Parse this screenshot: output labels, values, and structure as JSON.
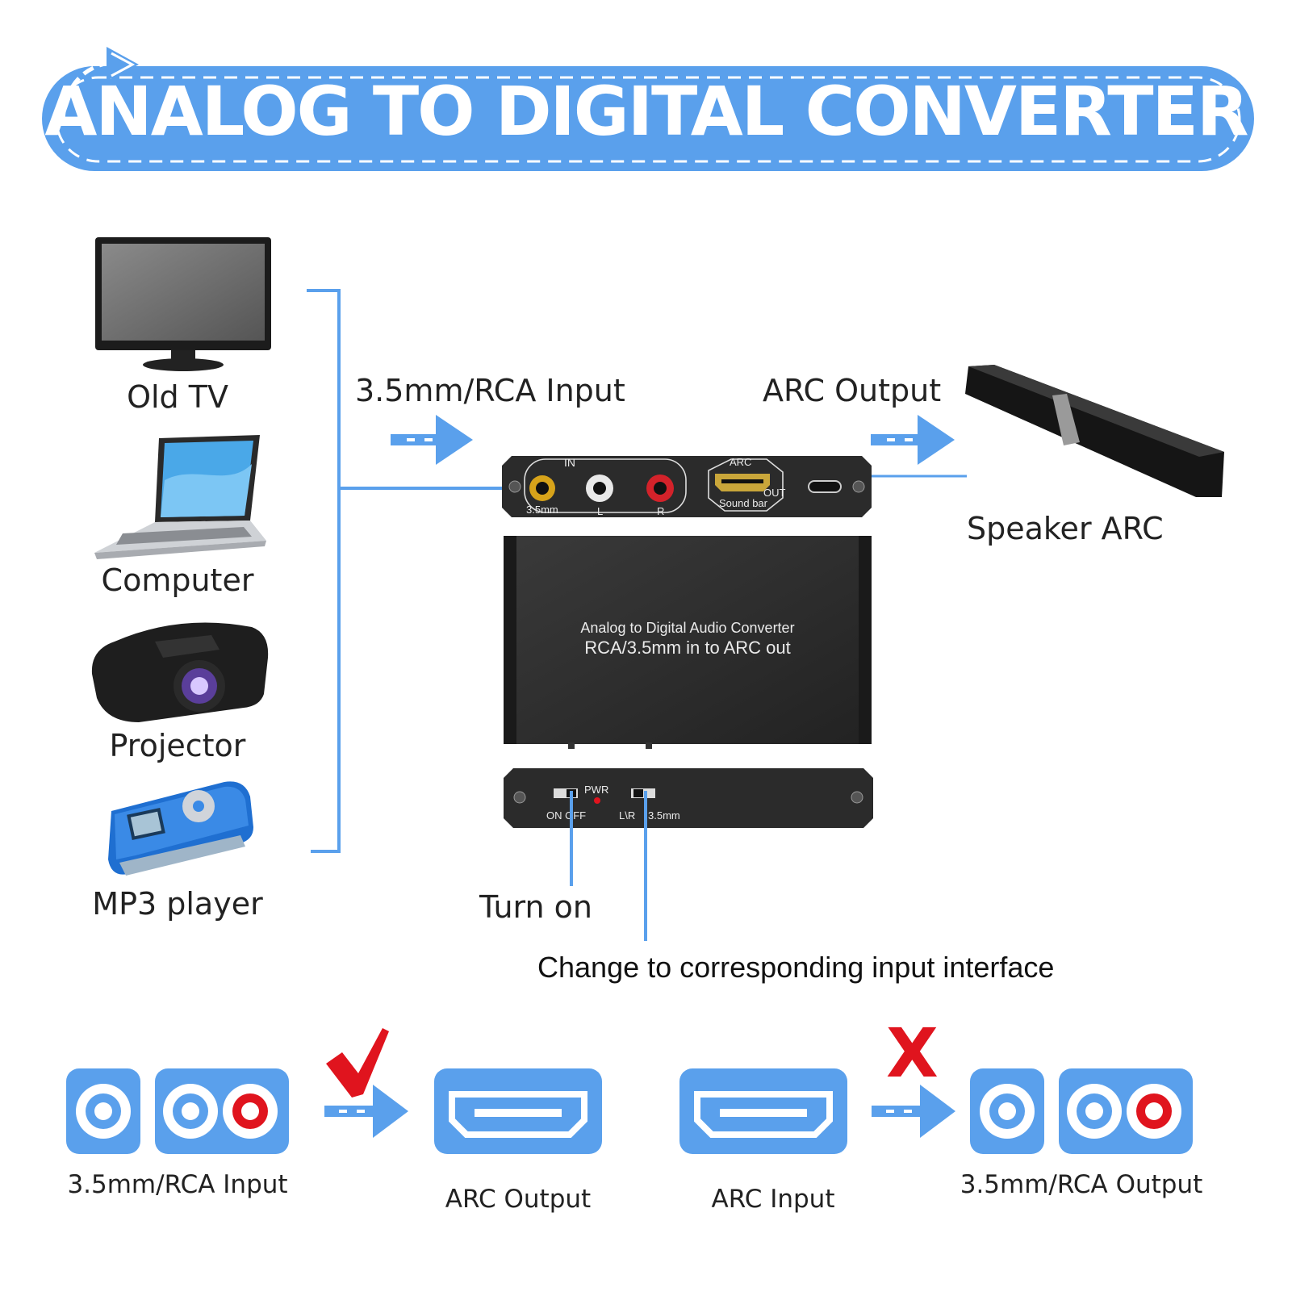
{
  "banner": {
    "title": "ANALOG TO DIGITAL CONVERTER"
  },
  "sources": [
    {
      "label": "Old TV",
      "icon": "tv-icon"
    },
    {
      "label": "Computer",
      "icon": "laptop-icon"
    },
    {
      "label": "Projector",
      "icon": "projector-icon"
    },
    {
      "label": "MP3 player",
      "icon": "mp3-player-icon"
    }
  ],
  "flow": {
    "input_label": "3.5mm/RCA Input",
    "output_label": "ARC Output",
    "speaker_label": "Speaker ARC"
  },
  "device": {
    "front": {
      "in_label": "IN",
      "jack_label": "3.5mm",
      "left_label": "L",
      "right_label": "R",
      "arc_label": "ARC",
      "out_label": "OUT",
      "soundbar_label": "Sound bar"
    },
    "top": {
      "line1": "Analog to Digital Audio Converter",
      "line2": "RCA/3.5mm in to ARC out"
    },
    "back": {
      "pwr_label": "PWR",
      "onoff_label": "ON OFF",
      "lr_label": "L\\R",
      "jack_label": "3.5mm"
    }
  },
  "callouts": {
    "turn_on": "Turn on",
    "change_input": "Change to corresponding input interface"
  },
  "bottom": {
    "items": [
      {
        "label": "3.5mm/RCA Input"
      },
      {
        "label": "ARC Output"
      },
      {
        "label": "ARC Input"
      },
      {
        "label": "3.5mm/RCA Output"
      }
    ],
    "check_icon": "check-icon",
    "cross_mark": "X"
  },
  "colors": {
    "accent": "#5aa0ec",
    "red": "#e0141e",
    "device": "#2b2b2b"
  }
}
